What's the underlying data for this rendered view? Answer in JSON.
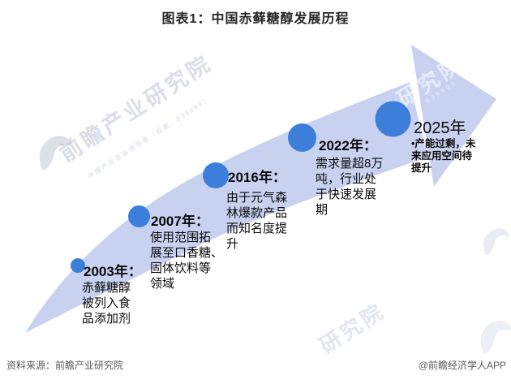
{
  "title": "图表1：中国赤藓糖醇发展历程",
  "milestones": [
    {
      "year": "2003年：",
      "lines": [
        "赤藓糖醇",
        "被列入食",
        "品添加剂"
      ]
    },
    {
      "year": "2007年：",
      "lines": [
        "使用范围拓",
        "展至口香糖、",
        "固体饮料等",
        "领域"
      ]
    },
    {
      "year": "2016年：",
      "lines": [
        "由于元气森",
        "林爆款产品",
        "而知名度提",
        "升"
      ]
    },
    {
      "year": "2022年：",
      "lines": [
        "需求量超8万",
        "吨，行业处",
        "于快速发展",
        "期"
      ]
    },
    {
      "year": "2025年",
      "lines": [
        "•产能过剩，未",
        "来应用空间待",
        "提升"
      ]
    }
  ],
  "footer": {
    "source": "资料来源：前瞻产业研究院",
    "credit": "@前瞻经济学人APP"
  },
  "watermark": {
    "brand": "前瞻产业研究院",
    "tagline": "中国产业咨询领导者（股票：839599）",
    "fragment": "研究院",
    "code": "839599"
  },
  "colors": {
    "bubble": "#3D7EDB",
    "arrow": "#C8D2F0",
    "title": "#262626",
    "text": "#0A0A0A",
    "footer": "#595959",
    "watermark": "#B9C2D4"
  },
  "chart_data": {
    "type": "timeline",
    "title": "图表1：中国赤藓糖醇发展历程",
    "events": [
      {
        "year": "2003",
        "description": "赤藓糖醇被列入食品添加剂"
      },
      {
        "year": "2007",
        "description": "使用范围拓展至口香糖、固体饮料等领域"
      },
      {
        "year": "2016",
        "description": "由于元气森林爆款产品而知名度提升"
      },
      {
        "year": "2022",
        "description": "需求量超8万吨，行业处于快速发展期"
      },
      {
        "year": "2025",
        "description": "产能过剩，未来应用空间待提升"
      }
    ]
  }
}
